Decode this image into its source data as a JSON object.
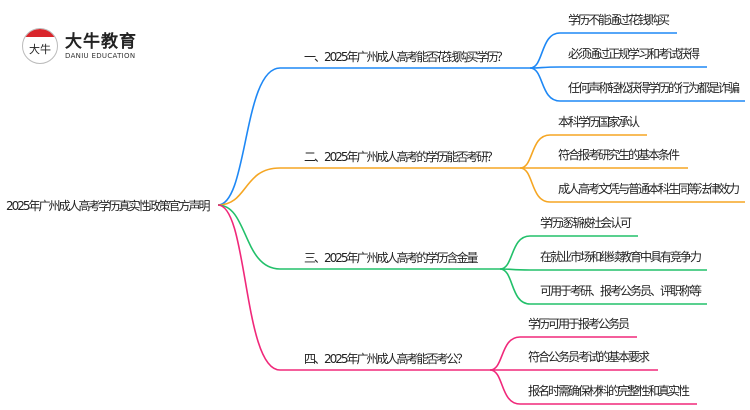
{
  "logo": {
    "mark": "大牛",
    "name": "大牛教育",
    "subtitle": "DANIU EDUCATION"
  },
  "root": "2025年广州成人高考学历真实性政策官方声明",
  "colors": [
    "#1e88f5",
    "#f5a623",
    "#22c06a",
    "#f0287a"
  ],
  "branches": [
    {
      "label": "一、2025年广州成人高考能否花钱购买学历？",
      "leaves": [
        "学历不能通过花钱购买",
        "必须通过正规学习和考试获得",
        "任何声称轻松获得学历的行为都是诈骗"
      ]
    },
    {
      "label": "二、2025年广州成人高考的学历能否考研？",
      "leaves": [
        "本科学历国家承认",
        "符合报考研究生的基本条件",
        "成人高考文凭与普通本科生同等法律效力"
      ]
    },
    {
      "label": "三、2025年广州成人高考的学历含金量",
      "leaves": [
        "学历逐渐被社会认可",
        "在就业市场和继续教育中具有竞争力",
        "可用于考研、报考公务员、评职称等"
      ]
    },
    {
      "label": "四、2025年广州成人高考能否考公？",
      "leaves": [
        "学历可用于报考公务员",
        "符合公务员考试的基本要求",
        "报名时需确保材料的完整性和真实性"
      ]
    }
  ]
}
